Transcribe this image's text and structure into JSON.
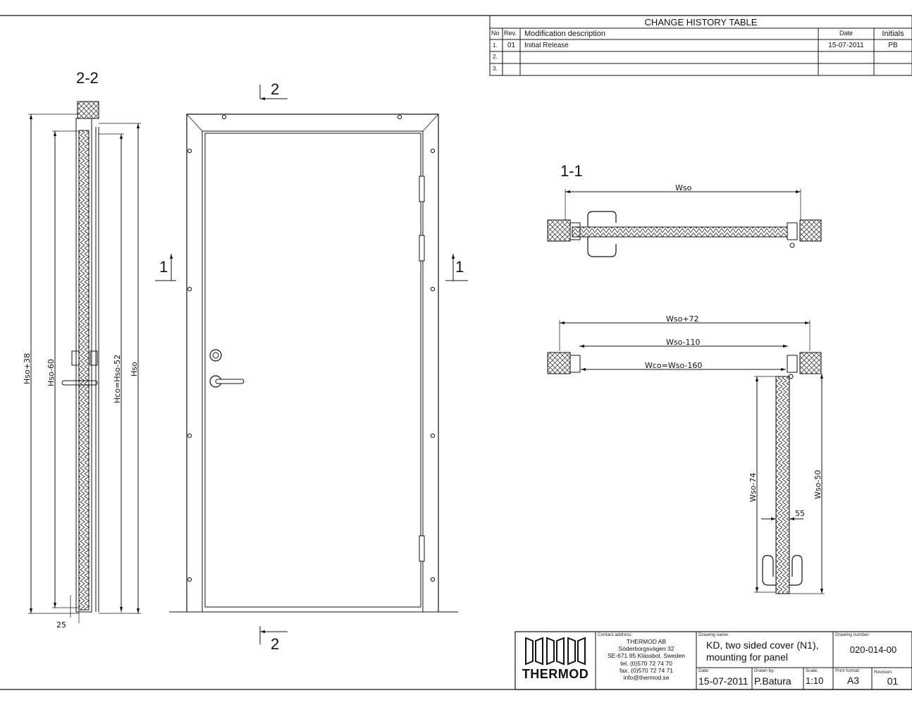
{
  "change_history": {
    "title": "CHANGE HISTORY TABLE",
    "headers": {
      "no": "No",
      "rev": "Rev.",
      "description": "Modification description",
      "date": "Date",
      "initials": "Initials"
    },
    "rows": [
      {
        "no": "1.",
        "rev": "01",
        "description": "Initial Release",
        "date": "15-07-2011",
        "initials": "PB"
      },
      {
        "no": "2.",
        "rev": "",
        "description": "",
        "date": "",
        "initials": ""
      },
      {
        "no": "3.",
        "rev": "",
        "description": "",
        "date": "",
        "initials": ""
      }
    ]
  },
  "views": {
    "section_2_2": "2-2",
    "section_1_1": "1-1",
    "cut_2_top": "2",
    "cut_2_bottom": "2",
    "cut_1_left": "1",
    "cut_1_right": "1"
  },
  "dimensions": {
    "hso_plus_38": "Hso+38",
    "hso_minus_60": "Hso-60",
    "hco": "Hco=Hso-52",
    "hso": "Hso",
    "d25": "25",
    "wso": "Wso",
    "wso_plus_72": "Wso+72",
    "wso_minus_110": "Wso-110",
    "wco": "Wco=Wso-160",
    "wso_minus_74": "Wso-74",
    "wso_minus_50": "Wso-50",
    "d55": "55"
  },
  "title_block": {
    "logo_text": "THERMOD",
    "contact_label": "Contact address:",
    "contact_lines": [
      "THERMOD AB",
      "Söderborgsvägen 32",
      "SE-671 95 Klässbol, Sweden",
      "tel. (0)570 72 74 70",
      "fax. (0)570 72 74 71",
      "info@thermod.se"
    ],
    "drawing_name_label": "Drawing name:",
    "drawing_name_lines": [
      "KD, two sided cover (N1),",
      "mounting for panel"
    ],
    "drawing_number_label": "Drawing number:",
    "drawing_number": "020-014-00",
    "date_label": "Date:",
    "date": "15-07-2011",
    "drawn_by_label": "Drawn by:",
    "drawn_by": "P.Batura",
    "scale_label": "Scale:",
    "scale": "1:10",
    "print_format_label": "Print format:",
    "print_format": "A3",
    "revision_label": "Revision:",
    "revision": "01"
  }
}
